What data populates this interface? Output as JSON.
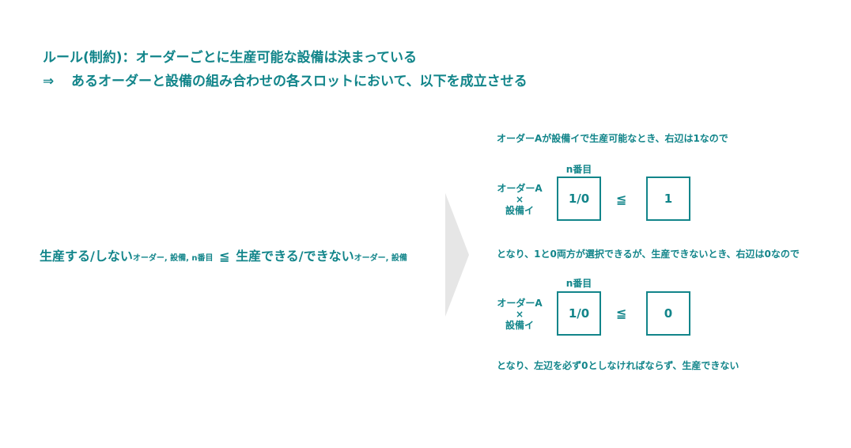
{
  "heading": {
    "line1": "ルール(制約)：オーダーごとに生産可能な設備は決まっている",
    "arrow": "⇒",
    "line2": "あるオーダーと設備の組み合わせの各スロットにおいて、以下を成立させる"
  },
  "formula": {
    "lhs": "生産する/しない",
    "lhs_sub": "オーダー, 設備, n番目",
    "leq": "≦",
    "rhs": "生産できる/できない",
    "rhs_sub": "オーダー, 設備"
  },
  "example1": {
    "note": "オーダーAが設備イで生産可能なとき、右辺は1なので",
    "index_label": "n番目",
    "row_label": [
      "オーダーA",
      "×",
      "設備イ"
    ],
    "lhs_value": "1/0",
    "leq": "≦",
    "rhs_value": "1",
    "result": "となり、1と0両方が選択できるが、生産できないとき、右辺は0なので"
  },
  "example2": {
    "index_label": "n番目",
    "row_label": [
      "オーダーA",
      "×",
      "設備イ"
    ],
    "lhs_value": "1/0",
    "leq": "≦",
    "rhs_value": "0",
    "result": "となり、左辺を必ず0としなければならず、生産できない"
  },
  "colors": {
    "text": "#12858a",
    "chevron": "#e6e6e6",
    "background": "#ffffff"
  }
}
